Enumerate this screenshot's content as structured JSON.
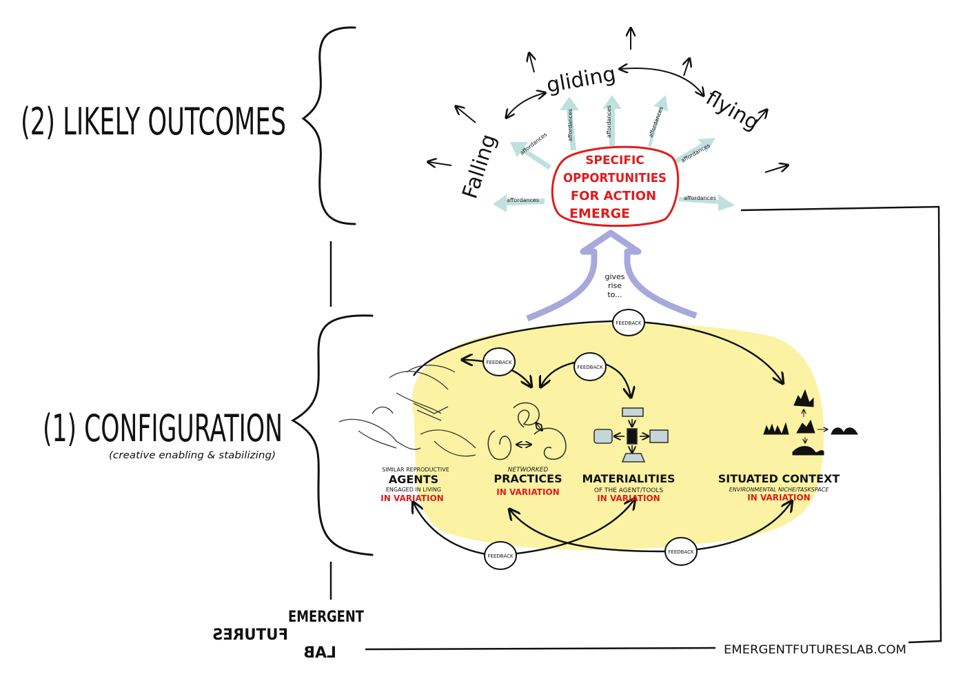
{
  "sections": {
    "outcomes_label": "(2) LIKELY OUTCOMES",
    "configuration_label": "(1) CONFIGURATION",
    "configuration_sub": "(creative enabling & stabilizing)"
  },
  "emergence": {
    "line1": "SPECIFIC",
    "line2": "OPPORTUNITIES",
    "line3": "FOR ACTION",
    "line4": "EMERGE",
    "color": "#e01b1b"
  },
  "gives_rise": [
    "gives",
    "rise",
    "to..."
  ],
  "affordance_label": "affordances",
  "outcomes": {
    "falling": "Falling",
    "gliding": "gliding",
    "flying": "flying"
  },
  "feedback_label": "FEEDBACK",
  "elements": [
    {
      "pre": "SIMILAR REPRODUCTIVE",
      "title": "AGENTS",
      "sub": "ENGAGED IN LIVING",
      "variation": "IN VARIATION"
    },
    {
      "pre": "NETWORKED",
      "title": "PRACTICES",
      "sub": "",
      "variation": "IN VARIATION"
    },
    {
      "pre": "",
      "title": "MATERIALITIES",
      "sub": "OF THE AGENT/TOOLS",
      "variation": "IN VARIATION"
    },
    {
      "pre": "",
      "title": "SITUATED CONTEXT",
      "sub": "ENVIRONMENTAL NICHE/TASKSPACE",
      "variation": "IN VARIATION"
    }
  ],
  "logo": [
    "EMERGENT",
    "FUTURES",
    "LAB"
  ],
  "url": "EMERGENTFUTURESLAB.COM",
  "colors": {
    "yellow": "#fbf3a3",
    "teal_arrow": "#bfe1de",
    "purple_arrow": "#a7a9dc",
    "red": "#e01b1b"
  }
}
